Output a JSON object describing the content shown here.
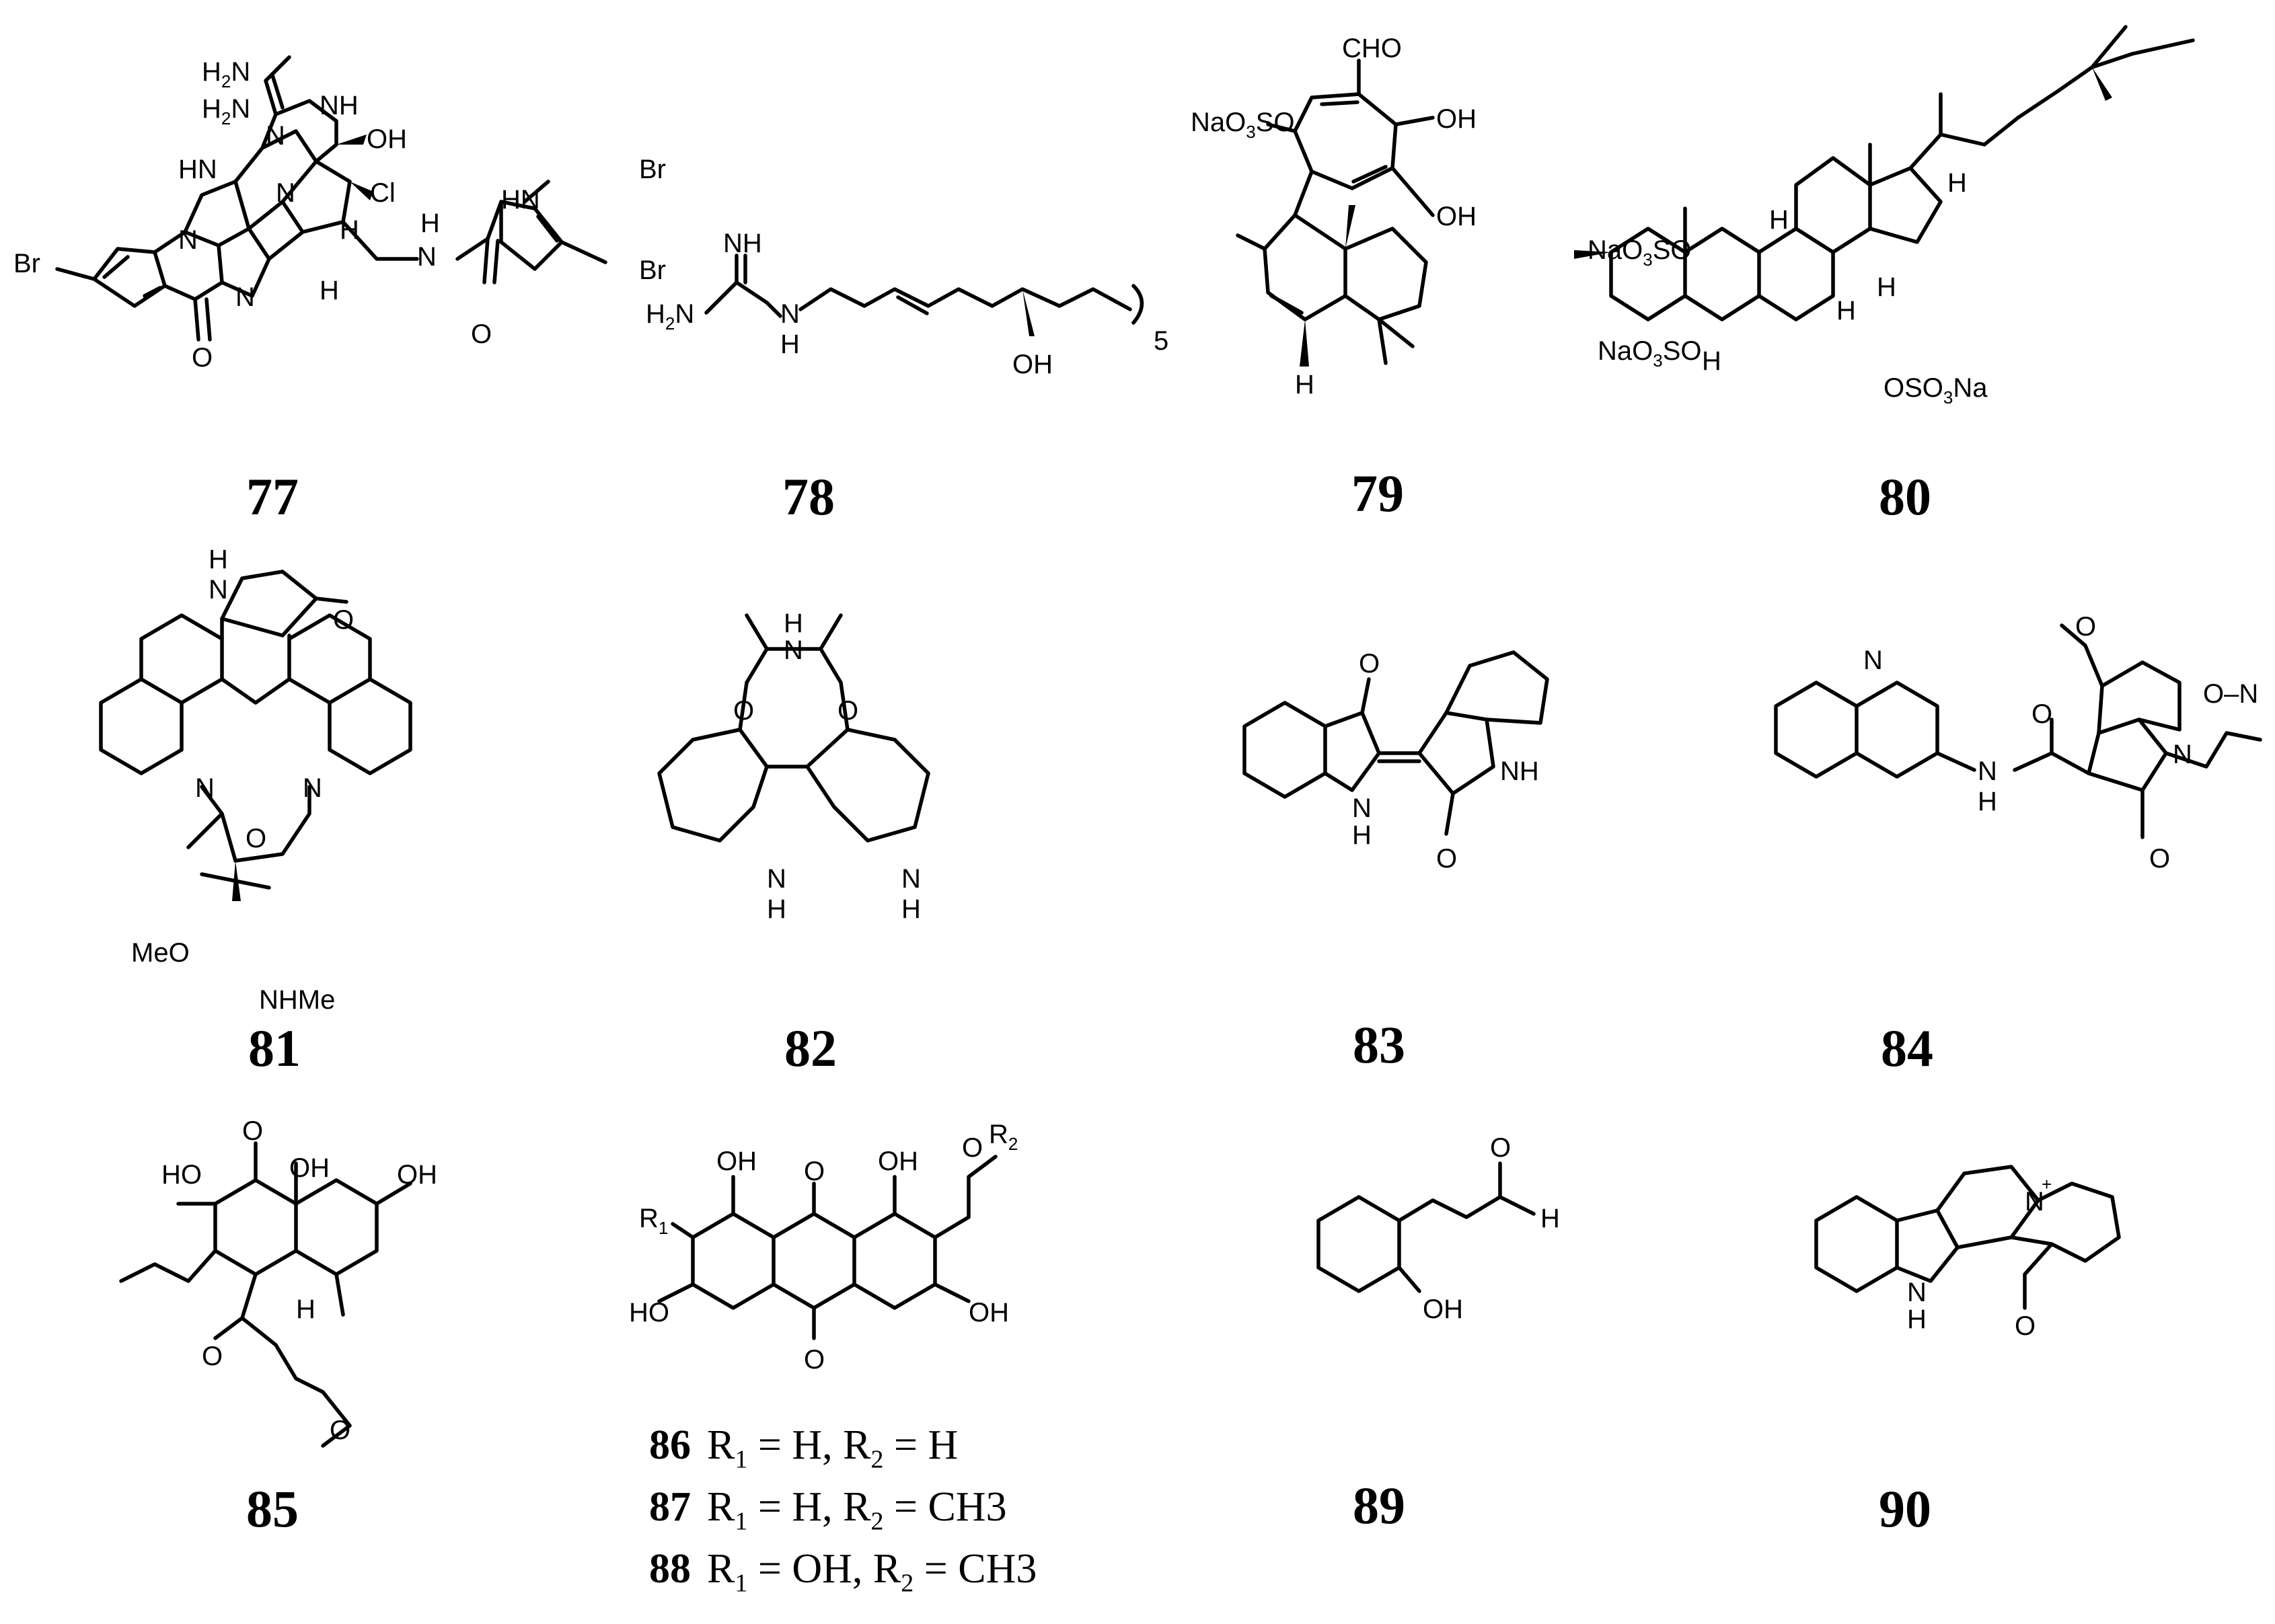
{
  "labels": {
    "c77": "77",
    "c78": "78",
    "c79": "79",
    "c80": "80",
    "c81": "81",
    "c82": "82",
    "c83": "83",
    "c84": "84",
    "c85": "85",
    "c89": "89",
    "c90": "90"
  },
  "substituents": [
    {
      "id": "86",
      "r1": "H",
      "r2": "H"
    },
    {
      "id": "87",
      "r1": "H",
      "r2": "CH3"
    },
    {
      "id": "88",
      "r1": "OH",
      "r2": "CH3"
    }
  ],
  "atom_labels": {
    "m77": [
      "H2N",
      "H2N",
      "NH",
      "HN",
      "N",
      "N",
      "OH",
      "Cl",
      "Br",
      "N",
      "N",
      "O",
      "H",
      "H",
      "H",
      "N",
      "HN",
      "Br",
      "Br",
      "O"
    ],
    "m78": [
      "NH",
      "H2N",
      "N",
      "H",
      "OH",
      "5"
    ],
    "m79": [
      "CHO",
      "NaO3SO",
      "OH",
      "OH",
      "H"
    ],
    "m80": [
      "NaO3SO",
      "NaO3SO",
      "OSO3Na",
      "H",
      "H",
      "H",
      "H",
      "H"
    ],
    "m81": [
      "H",
      "N",
      "O",
      "N",
      "N",
      "O",
      "MeO",
      "NHMe"
    ],
    "m82": [
      "H",
      "N",
      "O",
      "O",
      "N",
      "N",
      "H",
      "H"
    ],
    "m83": [
      "O",
      "N",
      "H",
      "NH",
      "O"
    ],
    "m84": [
      "O",
      "N",
      "O",
      "N",
      "N",
      "H",
      "N",
      "O"
    ],
    "m85": [
      "O",
      "HO",
      "OH",
      "OH",
      "O",
      "O",
      "H"
    ],
    "m86": [
      "OH",
      "O",
      "OH",
      "O",
      "R2",
      "R1",
      "HO",
      "O",
      "OH"
    ],
    "m89": [
      "O",
      "H",
      "OH"
    ],
    "m90": [
      "N",
      "+",
      "N",
      "H",
      "O"
    ]
  }
}
